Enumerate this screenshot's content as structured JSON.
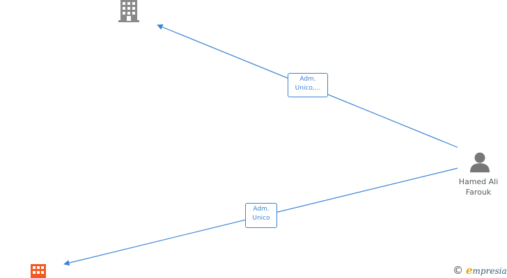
{
  "person": {
    "name_line1": "Hamed Ali",
    "name_line2": "Farouk",
    "icon": "person-icon",
    "color": "#777777"
  },
  "companies": [
    {
      "id": "company-top",
      "icon": "building-icon",
      "color": "#8a8a8a"
    },
    {
      "id": "company-bottom",
      "icon": "building-icon",
      "color": "#f25a22"
    }
  ],
  "edges": [
    {
      "from": "person",
      "to": "company-top",
      "label_line1": "Adm.",
      "label_line2": "Unico,..."
    },
    {
      "from": "person",
      "to": "company-bottom",
      "label_line1": "Adm.",
      "label_line2": "Unico"
    }
  ],
  "edge_color": "#3a84d4",
  "footer": {
    "copyright_symbol": "©",
    "brand_initial": "e",
    "brand_rest": "mpresia"
  }
}
